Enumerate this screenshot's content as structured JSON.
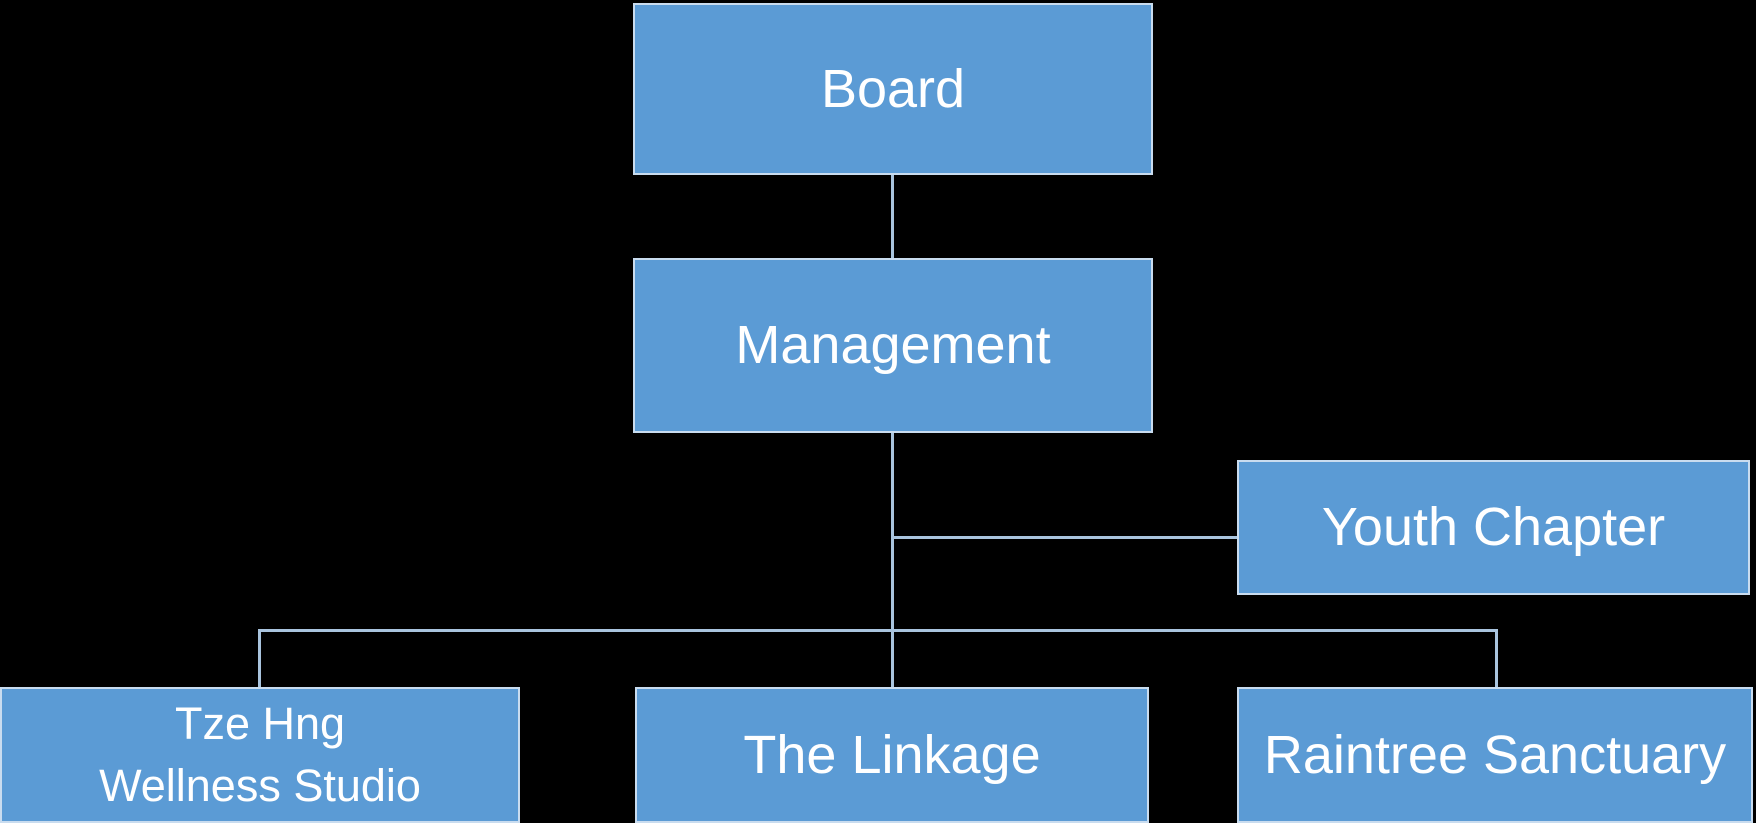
{
  "diagram": {
    "type": "org-chart",
    "background_color": "#000000",
    "node_fill_color": "#5B9BD5",
    "node_border_color": "#C9DCEF",
    "connector_color": "#A9C4DE",
    "text_color": "#FFFFFF",
    "nodes": {
      "board": {
        "label": "Board"
      },
      "management": {
        "label": "Management"
      },
      "youth_chapter": {
        "label": "Youth Chapter"
      },
      "tze_hng": {
        "label": "Tze Hng\nWellness Studio"
      },
      "the_linkage": {
        "label": "The Linkage"
      },
      "raintree": {
        "label": "Raintree Sanctuary"
      }
    },
    "edges": [
      {
        "from": "Board",
        "to": "Management"
      },
      {
        "from": "Management",
        "to": "Youth Chapter"
      },
      {
        "from": "Management",
        "to": "Tze Hng Wellness Studio"
      },
      {
        "from": "Management",
        "to": "The Linkage"
      },
      {
        "from": "Management",
        "to": "Raintree Sanctuary"
      }
    ]
  }
}
